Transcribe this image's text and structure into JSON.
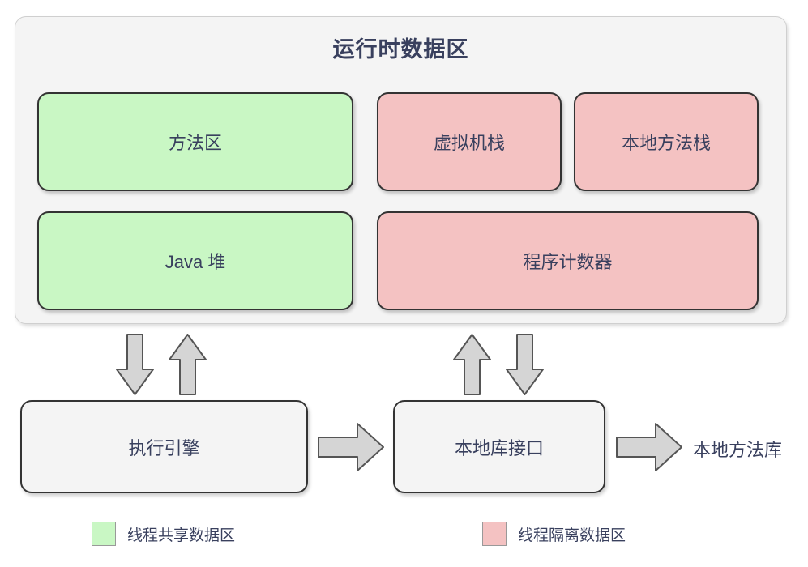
{
  "diagram": {
    "title": "运行时数据区",
    "colors": {
      "shared_fill": "#c9f7c4",
      "isolated_fill": "#f4c2c2",
      "plain_fill": "#f4f4f4",
      "container_fill": "#f4f4f4",
      "stroke": "#333333",
      "text": "#39405e",
      "arrow_fill": "#d5d5d5",
      "arrow_stroke": "#555555"
    },
    "memory_regions": [
      {
        "label": "方法区",
        "type": "shared"
      },
      {
        "label": "虚拟机栈",
        "type": "isolated"
      },
      {
        "label": "本地方法栈",
        "type": "isolated"
      },
      {
        "label": "Java 堆",
        "type": "shared"
      },
      {
        "label": "程序计数器",
        "type": "isolated"
      }
    ],
    "components": [
      {
        "label": "执行引擎"
      },
      {
        "label": "本地库接口"
      }
    ],
    "external_label": "本地方法库",
    "arrows": [
      {
        "name": "heap-down",
        "direction": "down"
      },
      {
        "name": "heap-up",
        "direction": "up"
      },
      {
        "name": "pc-up",
        "direction": "up"
      },
      {
        "name": "pc-down",
        "direction": "down"
      },
      {
        "name": "engine-to-jni",
        "direction": "right"
      },
      {
        "name": "jni-to-native",
        "direction": "right"
      }
    ],
    "legend": [
      {
        "label": "线程共享数据区",
        "type": "shared"
      },
      {
        "label": "线程隔离数据区",
        "type": "isolated"
      }
    ]
  }
}
